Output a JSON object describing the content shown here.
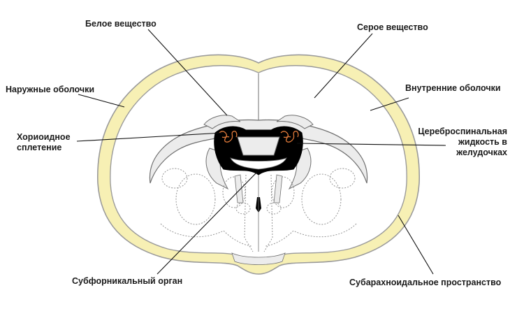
{
  "labels": {
    "white_matter": "Белое вещество",
    "gray_matter": "Серое вещество",
    "outer_membranes": "Наружные оболочки",
    "inner_membranes": "Внутренние оболочки",
    "choroid_plexus_line1": "Хориоидное",
    "choroid_plexus_line2": "сплетение",
    "csf_line1": "Цереброспинальная",
    "csf_line2": "жидкость в",
    "csf_line3": "желудочках",
    "subfornical_organ": "Субфорникальный орган",
    "subarachnoid_space": "Субарахноидальное пространство"
  },
  "colors": {
    "background": "#ffffff",
    "meninges_fill": "#f7f0b4",
    "meninges_outline": "#9a9a9a",
    "brain_fill": "#ffffff",
    "white_matter_fill": "#ececec",
    "ventricle_fill": "#000000",
    "choroid_plexus": "#e07a3a",
    "outline": "#6f6f6f"
  }
}
